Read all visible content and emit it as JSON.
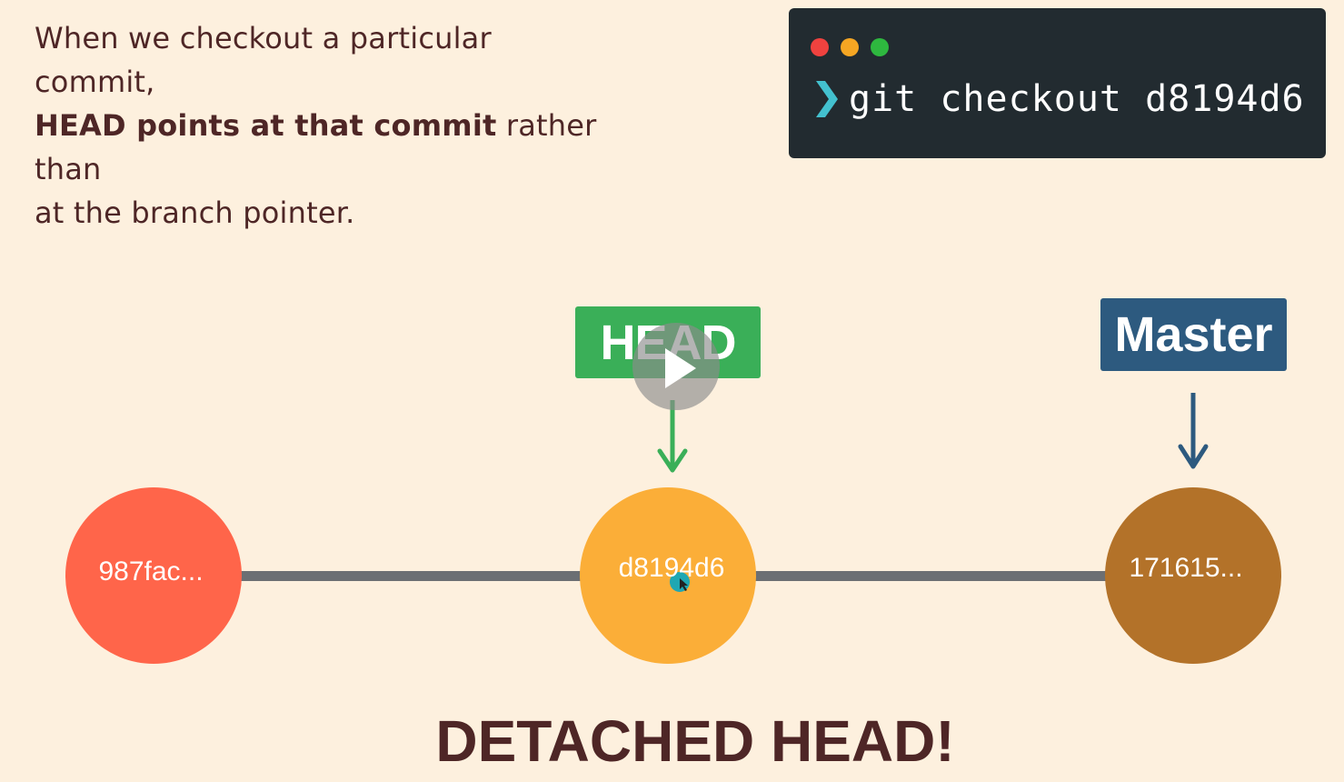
{
  "intro": {
    "line1": "When we checkout a particular commit,",
    "bold": "HEAD points at that commit",
    "line2_rest": " rather than",
    "line3": "at the branch pointer."
  },
  "terminal": {
    "command": "git checkout d8194d6"
  },
  "labels": {
    "head": "HEAD",
    "master": "Master"
  },
  "commits": [
    {
      "id": "987fac...",
      "color": "#ff654a"
    },
    {
      "id": "d8194d6",
      "color": "#fbae38"
    },
    {
      "id": "171615...",
      "color": "#b37229"
    }
  ],
  "colors": {
    "background": "#fdf0de",
    "head_label": "#3aaf58",
    "master_label": "#2d5a7f",
    "connector": "#6c6f73",
    "terminal_bg": "#222b30"
  },
  "footer": {
    "text": "DETACHED HEAD!"
  }
}
